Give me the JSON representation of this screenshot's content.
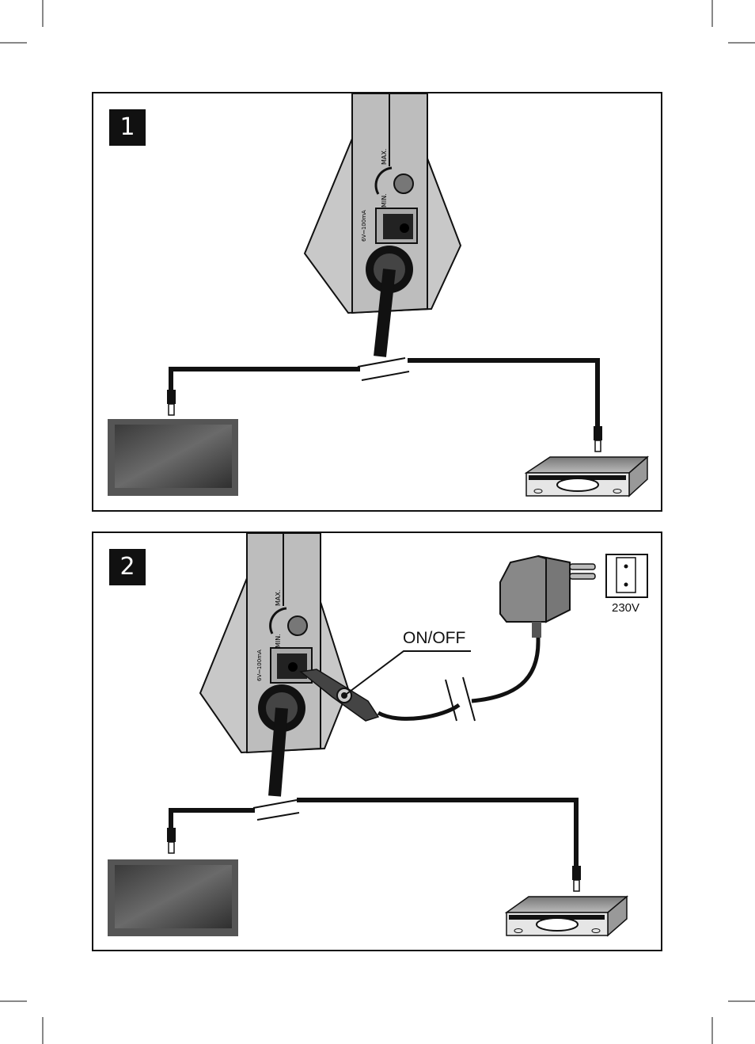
{
  "panels": [
    {
      "number": "1"
    },
    {
      "number": "2"
    }
  ],
  "antenna": {
    "knob_min_label": "MIN.",
    "knob_max_label": "MAX.",
    "power_rating_label": "6V⎓100mA"
  },
  "callouts": {
    "switch_label": "ON/OFF",
    "mains_voltage_label": "230V"
  },
  "icons": [
    "antenna-unit",
    "tv-screen-icon",
    "receiver-box-icon",
    "power-adapter-icon",
    "wall-socket-icon",
    "coax-plug-icon"
  ]
}
